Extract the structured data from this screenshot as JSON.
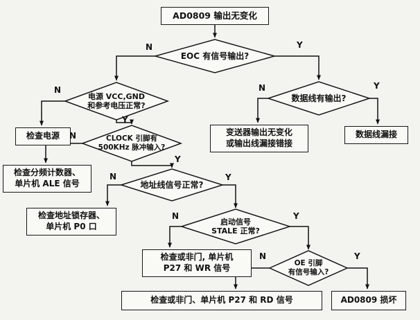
{
  "branch_labels": {
    "yes": "Y",
    "no": "N"
  },
  "nodes": {
    "start": {
      "label": "AD0809 输出无变化"
    },
    "eoc": {
      "label": "EOC 有信号输出?"
    },
    "power": {
      "line1": "电源 VCC,GND",
      "line2": "和参考电压正常?"
    },
    "clock": {
      "line1": "CLOCK 引脚有",
      "line2": "500KHz 脉冲输入?"
    },
    "addr": {
      "label": "地址线信号正常?"
    },
    "stale": {
      "line1": "启动信号",
      "line2": "STALE 正常?"
    },
    "oe": {
      "line1": "OE 引脚",
      "line2": "有信号输入?"
    },
    "data": {
      "label": "数据线有输出?"
    },
    "check_power": {
      "label": "检查电源"
    },
    "check_divider": {
      "line1": "检查分频计数器、",
      "line2": "单片机 ALE 信号"
    },
    "check_latch": {
      "line1": "检查地址锁存器、",
      "line2": "单片机 P0 口"
    },
    "check_wr": {
      "line1": "检查或非门, 单片机",
      "line2": "P27 和 WR 信号"
    },
    "check_rd": {
      "label": "检查或非门、单片机 P27 和 RD 信号"
    },
    "damaged": {
      "label": "AD0809 损坏"
    },
    "transmitter": {
      "line1": "变送器输出无变化",
      "line2": "或输出线漏接错接"
    },
    "data_leak": {
      "label": "数据线漏接"
    }
  }
}
